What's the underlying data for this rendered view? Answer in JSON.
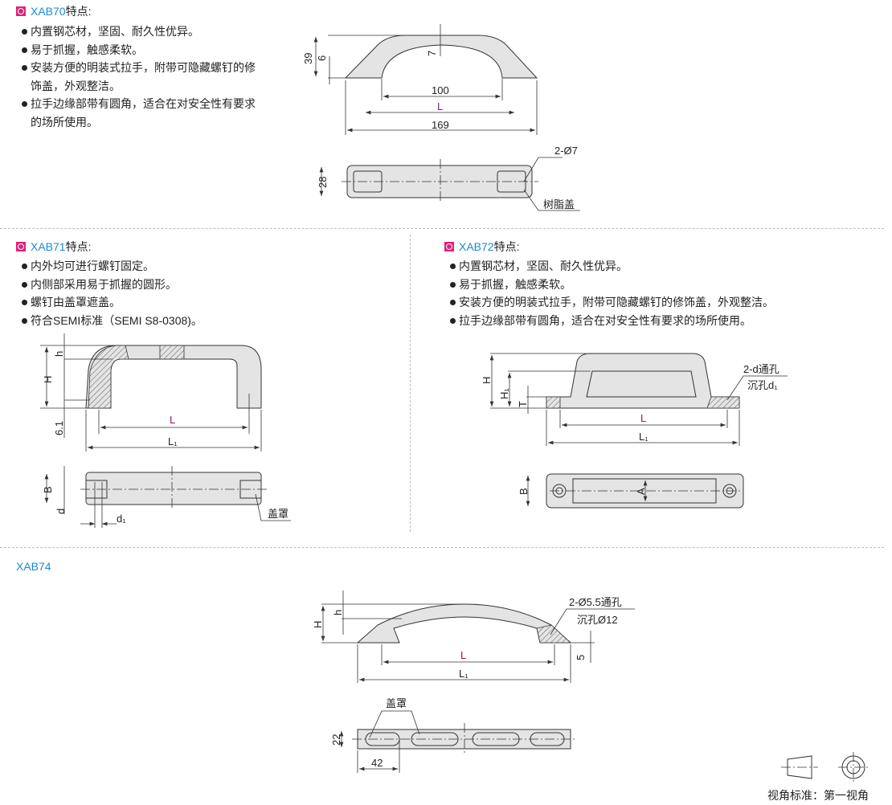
{
  "xab70": {
    "code": "XAB70",
    "suffix": "特点:",
    "bullets": [
      "内置钢芯材，坚固、耐久性优异。",
      "易于抓握，触感柔软。",
      "安装方便的明装式拉手，附带可隐藏螺钉的修饰盖，外观整洁。",
      "拉手边缘部带有圆角，适合在对安全性有要求的场所使用。"
    ],
    "dims": {
      "h39": "39",
      "h6": "6",
      "t7": "7",
      "w100": "100",
      "L": "L",
      "w169": "169",
      "w28": "28",
      "holes": "2-Ø7",
      "cover": "树脂盖"
    }
  },
  "xab71": {
    "code": "XAB71",
    "suffix": "特点:",
    "bullets": [
      "内外均可进行螺钉固定。",
      "内侧部采用易于抓握的圆形。",
      "螺钉由盖罩遮盖。",
      "符合SEMI标准（SEMI S8-0308)。"
    ],
    "dims": {
      "H": "H",
      "h": "h",
      "d61": "6.1",
      "L": "L",
      "L1": "L₁",
      "B": "B",
      "d": "d",
      "d1": "d₁",
      "cover": "盖罩"
    }
  },
  "xab72": {
    "code": "XAB72",
    "suffix": "特点:",
    "bullets": [
      "内置钢芯材，坚固、耐久性优异。",
      "易于抓握，触感柔软。",
      "安装方便的明装式拉手，附带可隐藏螺钉的修饰盖，外观整洁。",
      "拉手边缘部带有圆角，适合在对安全性有要求的场所使用。"
    ],
    "dims": {
      "H": "H",
      "H1": "H₁",
      "T": "T",
      "hole": "2-d通孔",
      "cb": "沉孔d₁",
      "L": "L",
      "L1": "L₁",
      "B": "B",
      "A": "A"
    }
  },
  "xab74": {
    "code": "XAB74",
    "dims": {
      "H": "H",
      "h": "h",
      "hole": "2-Ø5.5通孔",
      "cb": "沉孔Ø12",
      "t5": "5",
      "L": "L",
      "L1": "L₁",
      "cover": "盖罩",
      "w22": "22",
      "w42": "42"
    }
  },
  "projection": {
    "label": "视角标准：第一视角"
  }
}
